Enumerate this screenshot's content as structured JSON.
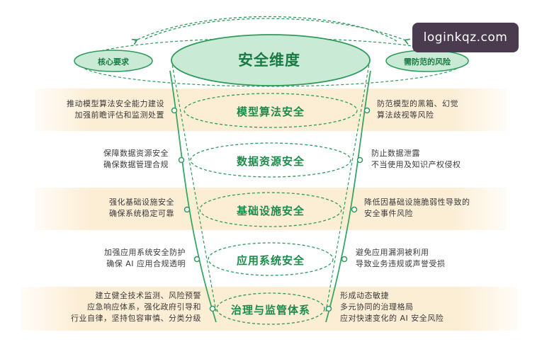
{
  "diagram": {
    "title": "安全维度",
    "left_pill": "核心要求",
    "right_pill": "需防范的风险",
    "layers": [
      {
        "name": "模型算法安全",
        "requirement": "推动模型算法安全能力建设\n加强前瞻评估和监测处置",
        "risk": "防范模型的黑箱、幻觉\n算法歧视等风险"
      },
      {
        "name": "数据资源安全",
        "requirement": "保障数据资源安全\n确保数据管理合规",
        "risk": "防止数据泄露\n不当使用及知识产权侵权"
      },
      {
        "name": "基础设施安全",
        "requirement": "强化基础设施安全\n确保系统稳定可靠",
        "risk": "降低因基础设施脆弱性导致的\n安全事件风险"
      },
      {
        "name": "应用系统安全",
        "requirement": "加强应用系统安全防护\n确保 AI 应用合规透明",
        "risk": "避免应用漏洞被利用\n导致业务违规或声誉受损"
      },
      {
        "name": "治理与监管体系",
        "requirement": "建立健全技术监测、风险预警\n应急响应体系，强化政府引导和\n行业自律，坚持包容审慎、分类分级",
        "risk": "形成动态敏捷\n多元协同的治理格局\n应对快速变化的 AI 安全风险"
      }
    ],
    "colors": {
      "accent": "#1e8a4c",
      "ellipse_fill": "#c9ebd6",
      "ellipse_stroke": "#2e9a5c",
      "band": "#fbe8c6"
    }
  },
  "watermark": "loginkqz.com"
}
